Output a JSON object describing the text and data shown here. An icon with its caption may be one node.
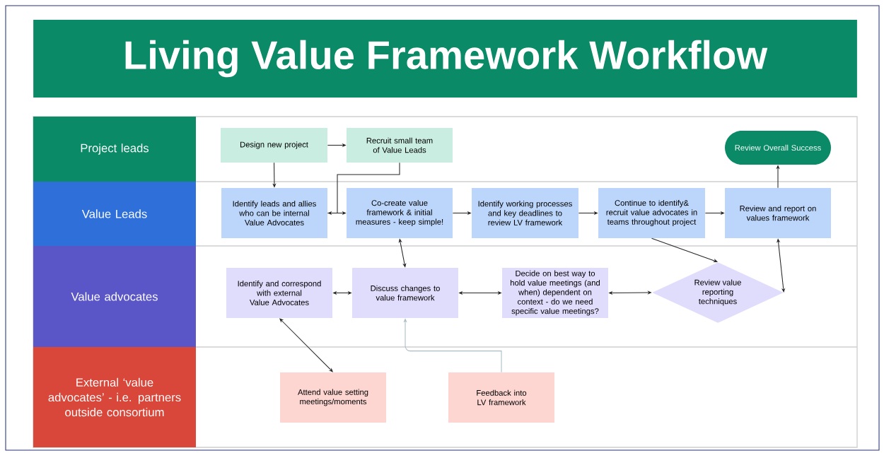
{
  "diagram": {
    "title": "Living Value Framework Workflow",
    "nodes": [
      {
        "text": [
          "Project leads"
        ]
      },
      {
        "text": [
          "Value Leads"
        ]
      },
      {
        "text": [
          "Value advocates"
        ]
      },
      {
        "text": [
          "External ‘value advocates’ - i.e. partners outside consortium"
        ]
      },
      {
        "text": [
          "Design new project"
        ]
      },
      {
        "text": [
          "Recruit small team of Value Leads"
        ]
      },
      {
        "text": [
          "Review Overall Success"
        ]
      },
      {
        "text": [
          "Identify leads and allies who can be internal Value Advocates"
        ]
      },
      {
        "text": [
          "Co-create value framework & initial measures - keep simple!"
        ]
      },
      {
        "text": [
          "Identify working processes and key deadlines to review LV framework"
        ]
      },
      {
        "text": [
          "Continue to identify& recruit value advocates in teams throughout project"
        ]
      },
      {
        "text": [
          "Review and report on values framework"
        ]
      },
      {
        "text": [
          "Identify and correspond with external Value Advocates"
        ]
      },
      {
        "text": [
          "Discuss changes to value framework"
        ]
      },
      {
        "text": [
          "Decide on best way to hold value meetings (and when) dependent on context - do we need specific value meetings?"
        ]
      },
      {
        "text": [
          "Review value reporting techniques"
        ]
      },
      {
        "text": [
          "Attend value setting meetings/moments"
        ]
      },
      {
        "text": [
          "Feedback into LV framework"
        ]
      }
    ],
    "edges": [
      {
        "from": 4,
        "to": 5,
        "arrow": "to"
      },
      {
        "from": 4,
        "to": 7,
        "arrow": "to"
      },
      {
        "from": 5,
        "to": 7,
        "arrow": "to"
      },
      {
        "from": 7,
        "to": 8,
        "arrow": "to"
      },
      {
        "from": 8,
        "to": 9,
        "arrow": "to"
      },
      {
        "from": 9,
        "to": 10,
        "arrow": "to"
      },
      {
        "from": 10,
        "to": 11,
        "arrow": "to"
      },
      {
        "from": 11,
        "to": 6,
        "arrow": "to"
      },
      {
        "from": 8,
        "to": 13,
        "arrow": "both"
      },
      {
        "from": 12,
        "to": 13,
        "arrow": "both"
      },
      {
        "from": 13,
        "to": 14,
        "arrow": "both"
      },
      {
        "from": 14,
        "to": 15,
        "arrow": "both"
      },
      {
        "from": 10,
        "to": 15,
        "arrow": "to"
      },
      {
        "from": 15,
        "to": 11,
        "arrow": "both"
      },
      {
        "from": 12,
        "to": 16,
        "arrow": "both"
      },
      {
        "from": 17,
        "to": 13,
        "arrow": "to",
        "color": "#a9bcc6"
      }
    ]
  }
}
